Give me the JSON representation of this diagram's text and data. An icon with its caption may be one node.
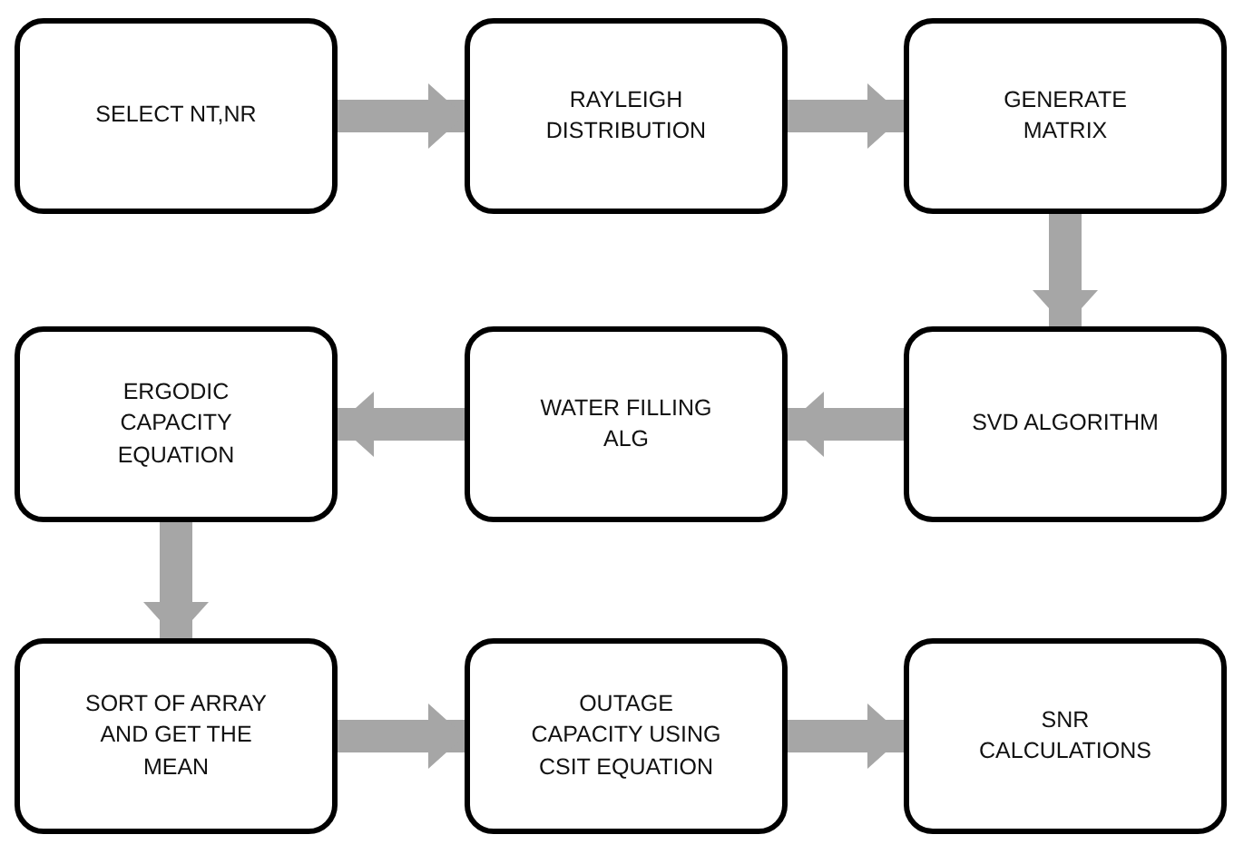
{
  "diagram": {
    "nodes": [
      {
        "text": [
          "SELECT NT,NR"
        ]
      },
      {
        "text": [
          "RAYLEIGH DISTRIBUTION"
        ]
      },
      {
        "text": [
          "GENERATE MATRIX"
        ]
      },
      {
        "text": [
          "ERGODIC CAPACITY EQUATION"
        ]
      },
      {
        "text": [
          "WATER FILLING ALG"
        ]
      },
      {
        "text": [
          "SVD ALGORITHM"
        ]
      },
      {
        "text": [
          "SORT OF ARRAY AND GET THE MEAN"
        ]
      },
      {
        "text": [
          "OUTAGE CAPACITY USING CSIT EQUATION"
        ]
      },
      {
        "text": [
          "SNR CALCULATIONS"
        ]
      }
    ],
    "edges": [
      {
        "from": 0,
        "to": 1,
        "arrow": "to"
      },
      {
        "from": 1,
        "to": 2,
        "arrow": "to"
      },
      {
        "from": 2,
        "to": 5,
        "arrow": "to"
      },
      {
        "from": 5,
        "to": 4,
        "arrow": "to"
      },
      {
        "from": 4,
        "to": 3,
        "arrow": "to"
      },
      {
        "from": 3,
        "to": 6,
        "arrow": "to"
      },
      {
        "from": 6,
        "to": 7,
        "arrow": "to"
      },
      {
        "from": 7,
        "to": 8,
        "arrow": "to"
      }
    ]
  }
}
